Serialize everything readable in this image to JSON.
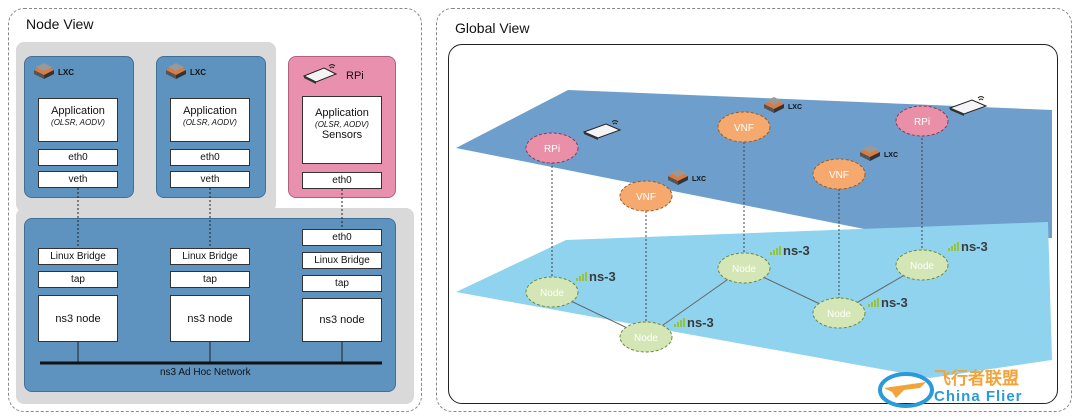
{
  "node_view": {
    "title": "Node View",
    "containers": [
      {
        "badge": "LXC",
        "app_title": "Application",
        "app_sub": "(OLSR, AODV)",
        "app_extra": "",
        "iface1": "eth0",
        "iface2": "veth"
      },
      {
        "badge": "LXC",
        "app_title": "Application",
        "app_sub": "(OLSR, AODV)",
        "app_extra": "",
        "iface1": "eth0",
        "iface2": "veth"
      },
      {
        "badge": "RPi",
        "app_title": "Application",
        "app_sub": "(OLSR, AODV)",
        "app_extra": "Sensors",
        "iface1": "eth0",
        "iface2": ""
      }
    ],
    "ns3_columns": [
      {
        "eth": "",
        "bridge": "Linux Bridge",
        "tap": "tap",
        "node": "ns3 node"
      },
      {
        "eth": "",
        "bridge": "Linux Bridge",
        "tap": "tap",
        "node": "ns3 node"
      },
      {
        "eth": "eth0",
        "bridge": "Linux Bridge",
        "tap": "tap",
        "node": "ns3 node"
      }
    ],
    "network_label": "ns3 Ad Hoc Network"
  },
  "global_view": {
    "title": "Global View",
    "top_nodes": [
      {
        "label": "RPi",
        "kind": "rpi"
      },
      {
        "label": "VNF",
        "kind": "vnf"
      },
      {
        "label": "VNF",
        "kind": "vnf"
      },
      {
        "label": "VNF",
        "kind": "vnf"
      },
      {
        "label": "RPi",
        "kind": "rpi"
      }
    ],
    "badges": {
      "lxc": "LXC",
      "ns3": "ns-3"
    },
    "bottom_node_label": "Node"
  },
  "watermark": {
    "cn": "飞行者联盟",
    "en": "China Flier"
  },
  "colors": {
    "panel_blue": "#5f93bf",
    "panel_pink": "#e890ad",
    "plane_top": "#6e9ecb",
    "plane_bottom": "#8fd3ef",
    "node_green": "#d4e6b5",
    "node_pink": "#ea8fa8",
    "node_orange": "#f6a96e"
  }
}
